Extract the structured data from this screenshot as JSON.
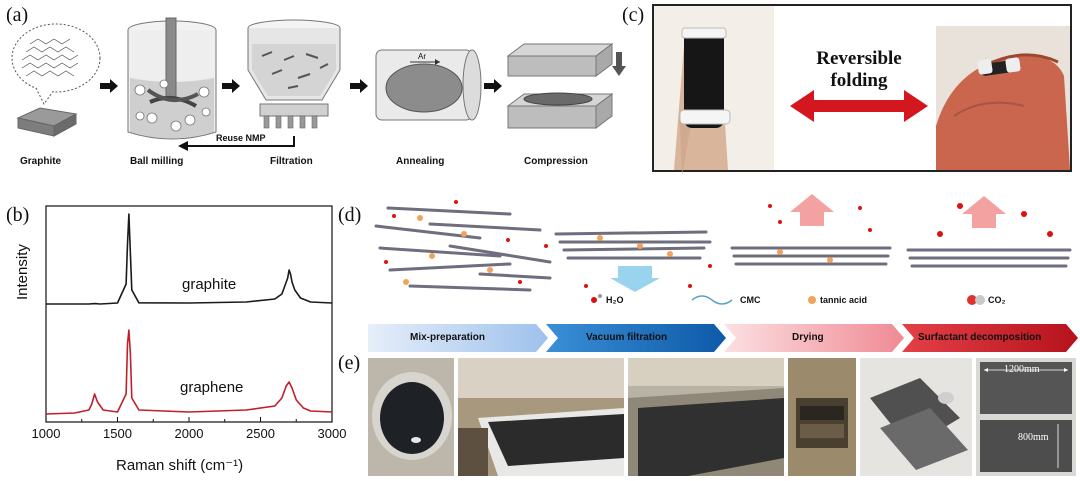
{
  "panel_a": {
    "label": "(a)",
    "steps": [
      "Graphite",
      "Ball milling",
      "Filtration",
      "Annealing",
      "Compression"
    ],
    "reuse_label": "Reuse NMP",
    "gas_label": "Ar"
  },
  "panel_b": {
    "label": "(b)"
  },
  "panel_c": {
    "label": "(c)",
    "folding_line1": "Reversible",
    "folding_line2": "folding"
  },
  "panel_d": {
    "label": "(d)",
    "legend": [
      "H₂O",
      "CMC",
      "tannic acid",
      "CO₂"
    ],
    "process": [
      "Mix-preparation",
      "Vacuum filtration",
      "Drying",
      "Surfactant decomposition"
    ]
  },
  "panel_e": {
    "label": "(e)",
    "dim_width": "1200mm",
    "dim_height": "800mm"
  },
  "chart_data": {
    "type": "line",
    "xlabel": "Raman shift (cm⁻¹)",
    "ylabel": "Intensity",
    "xlim": [
      1000,
      3000
    ],
    "xticks": [
      1000,
      1500,
      2000,
      2500,
      3000
    ],
    "y_ticks_shown": false,
    "series": [
      {
        "name": "graphite",
        "color": "#1a1a1a",
        "baseline": 0.55,
        "x": [
          1000,
          1200,
          1300,
          1340,
          1380,
          1500,
          1560,
          1570,
          1580,
          1590,
          1600,
          1650,
          2000,
          2400,
          2600,
          2650,
          2690,
          2700,
          2710,
          2720,
          2740,
          2780,
          2850,
          3000
        ],
        "y": [
          0.55,
          0.55,
          0.55,
          0.552,
          0.55,
          0.555,
          0.65,
          0.85,
          1.0,
          0.8,
          0.62,
          0.556,
          0.555,
          0.56,
          0.575,
          0.6,
          0.68,
          0.72,
          0.7,
          0.66,
          0.62,
          0.58,
          0.56,
          0.555
        ]
      },
      {
        "name": "graphene",
        "color": "#c0202a",
        "baseline": 0.0,
        "x": [
          1000,
          1200,
          1300,
          1320,
          1340,
          1360,
          1400,
          1500,
          1560,
          1570,
          1580,
          1590,
          1600,
          1650,
          2000,
          2400,
          2600,
          2650,
          2680,
          2700,
          2720,
          2750,
          2800,
          2850,
          3000
        ],
        "y": [
          0.0,
          0.005,
          0.02,
          0.05,
          0.1,
          0.06,
          0.02,
          0.01,
          0.1,
          0.35,
          0.42,
          0.3,
          0.08,
          0.02,
          0.01,
          0.02,
          0.04,
          0.08,
          0.14,
          0.16,
          0.13,
          0.07,
          0.03,
          0.015,
          0.01
        ]
      }
    ]
  }
}
